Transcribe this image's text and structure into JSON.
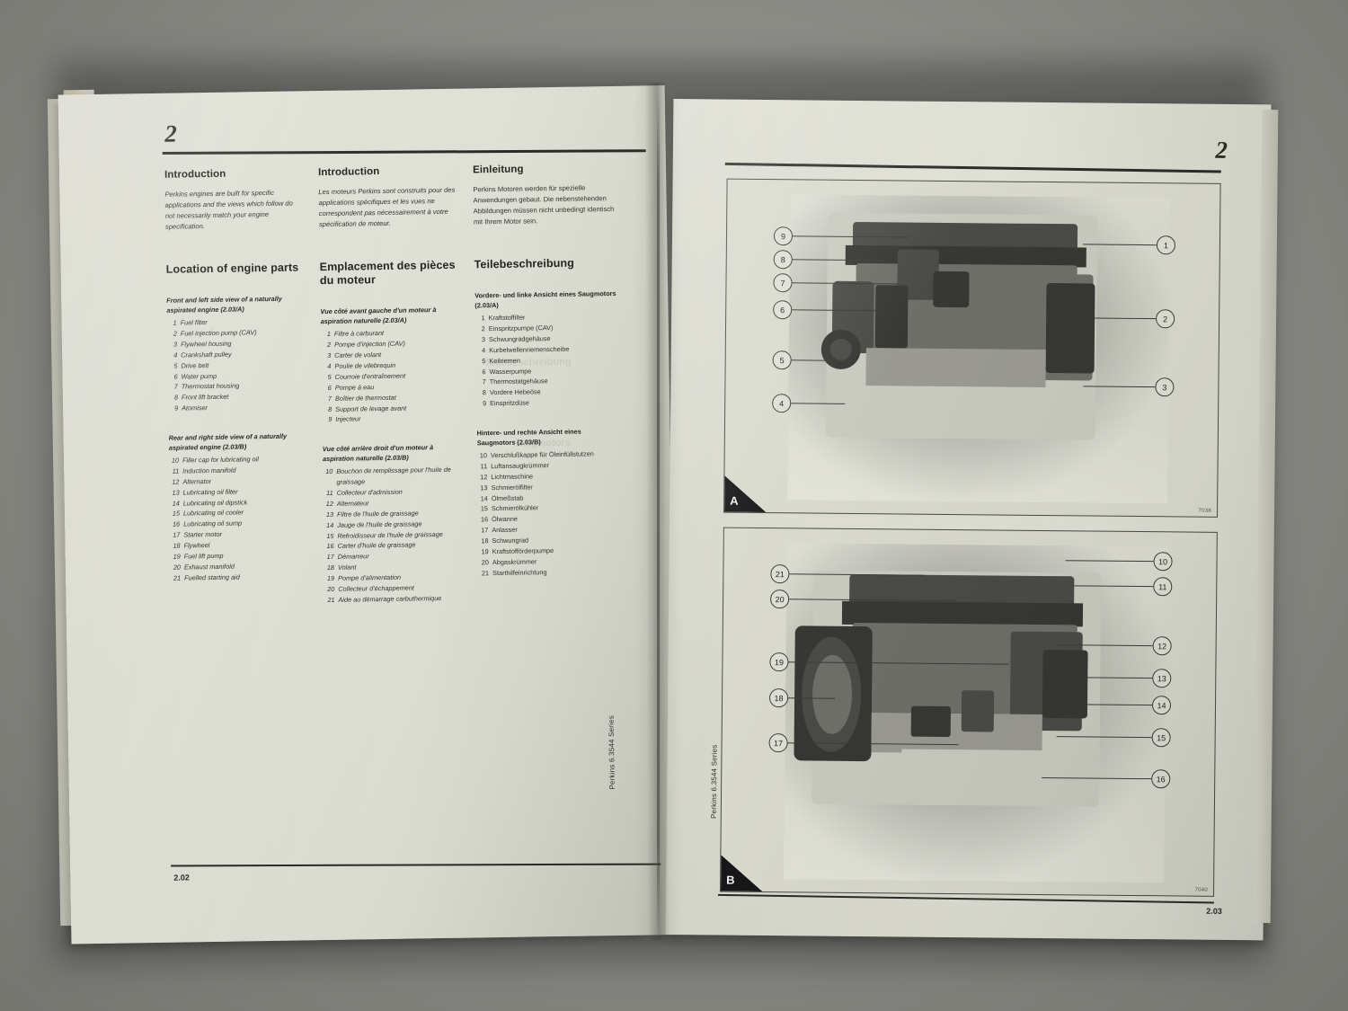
{
  "book": {
    "spine_text_left": "Perkins 6.3544 Series",
    "spine_text_right": "Perkins 6.3544 Series"
  },
  "left_page": {
    "chapter_number": "2",
    "page_number": "2.02",
    "columns": {
      "english": {
        "intro_heading": "Introduction",
        "intro_body": "Perkins engines are built for specific applications and the views which follow do not necessarily match your engine specification.",
        "section_heading": "Location of engine parts",
        "group_a_title": "Front and left side view of a naturally aspirated engine (2.03/A)",
        "group_a_items": [
          {
            "n": "1",
            "t": "Fuel filter"
          },
          {
            "n": "2",
            "t": "Fuel injection pump (CAV)"
          },
          {
            "n": "3",
            "t": "Flywheel housing"
          },
          {
            "n": "4",
            "t": "Crankshaft pulley"
          },
          {
            "n": "5",
            "t": "Drive belt"
          },
          {
            "n": "6",
            "t": "Water pump"
          },
          {
            "n": "7",
            "t": "Thermostat housing"
          },
          {
            "n": "8",
            "t": "Front lift bracket"
          },
          {
            "n": "9",
            "t": "Atomiser"
          }
        ],
        "group_b_title": "Rear and right side view of a naturally aspirated engine (2.03/B)",
        "group_b_items": [
          {
            "n": "10",
            "t": "Filler cap for lubricating oil"
          },
          {
            "n": "11",
            "t": "Induction manifold"
          },
          {
            "n": "12",
            "t": "Alternator"
          },
          {
            "n": "13",
            "t": "Lubricating oil filter"
          },
          {
            "n": "14",
            "t": "Lubricating oil dipstick"
          },
          {
            "n": "15",
            "t": "Lubricating oil cooler"
          },
          {
            "n": "16",
            "t": "Lubricating oil sump"
          },
          {
            "n": "17",
            "t": "Starter motor"
          },
          {
            "n": "18",
            "t": "Flywheel"
          },
          {
            "n": "19",
            "t": "Fuel lift pump"
          },
          {
            "n": "20",
            "t": "Exhaust manifold"
          },
          {
            "n": "21",
            "t": "Fuelled starting aid"
          }
        ]
      },
      "french": {
        "intro_heading": "Introduction",
        "intro_body": "Les moteurs Perkins sont construits pour des applications spécifiques et les vues ne correspondent pas nécessairement à votre spécification de moteur.",
        "section_heading": "Emplacement des pièces du moteur",
        "group_a_title": "Vue côté avant gauche d'un moteur à aspiration naturelle (2.03/A)",
        "group_a_items": [
          {
            "n": "1",
            "t": "Filtre à carburant"
          },
          {
            "n": "2",
            "t": "Pompe d'injection (CAV)"
          },
          {
            "n": "3",
            "t": "Carter de volant"
          },
          {
            "n": "4",
            "t": "Poulie de vilebrequin"
          },
          {
            "n": "5",
            "t": "Courroie d'entraînement"
          },
          {
            "n": "6",
            "t": "Pompe à eau"
          },
          {
            "n": "7",
            "t": "Boîtier de thermostat"
          },
          {
            "n": "8",
            "t": "Support de levage avant"
          },
          {
            "n": "9",
            "t": "Injecteur"
          }
        ],
        "group_b_title": "Vue côté arrière droit d'un moteur à aspiration naturelle (2.03/B)",
        "group_b_items": [
          {
            "n": "10",
            "t": "Bouchon de remplissage pour l'huile de graissage"
          },
          {
            "n": "11",
            "t": "Collecteur d'admission"
          },
          {
            "n": "12",
            "t": "Alternateur"
          },
          {
            "n": "13",
            "t": "Filtre de l'huile de graissage"
          },
          {
            "n": "14",
            "t": "Jauge de l'huile de graissage"
          },
          {
            "n": "15",
            "t": "Refroidisseur de l'huile de graissage"
          },
          {
            "n": "16",
            "t": "Carter d'huile de graissage"
          },
          {
            "n": "17",
            "t": "Démarreur"
          },
          {
            "n": "18",
            "t": "Volant"
          },
          {
            "n": "19",
            "t": "Pompe d'alimentation"
          },
          {
            "n": "20",
            "t": "Collecteur d'échappement"
          },
          {
            "n": "21",
            "t": "Aide au démarrage carbuthermique"
          }
        ]
      },
      "german": {
        "intro_heading": "Einleitung",
        "intro_body": "Perkins Motoren werden für spezielle Anwendungen gebaut. Die nebenstehenden Abbildungen müssen nicht unbedingt identisch mit Ihrem Motor sein.",
        "section_heading": "Teilebeschreibung",
        "group_a_title": "Vordere- und linke Ansicht eines Saugmotors (2.03/A)",
        "group_a_items": [
          {
            "n": "1",
            "t": "Kraftstoffilter"
          },
          {
            "n": "2",
            "t": "Einspritzpumpe (CAV)"
          },
          {
            "n": "3",
            "t": "Schwungradgehäuse"
          },
          {
            "n": "4",
            "t": "Kurbelwellenriemenscheibe"
          },
          {
            "n": "5",
            "t": "Keilriemen"
          },
          {
            "n": "6",
            "t": "Wasserpumpe"
          },
          {
            "n": "7",
            "t": "Thermostatgehäuse"
          },
          {
            "n": "8",
            "t": "Vordere Hebeöse"
          },
          {
            "n": "9",
            "t": "Einspritzdüse"
          }
        ],
        "group_b_title": "Hintere- und rechte Ansicht eines Saugmotors (2.03/B)",
        "group_b_items": [
          {
            "n": "10",
            "t": "Verschlußkappe für Öleinfüllstutzen"
          },
          {
            "n": "11",
            "t": "Luftansaugkrümmer"
          },
          {
            "n": "12",
            "t": "Lichtmaschine"
          },
          {
            "n": "13",
            "t": "Schmierölfilter"
          },
          {
            "n": "14",
            "t": "Ölmeßstab"
          },
          {
            "n": "15",
            "t": "Schmierölkühler"
          },
          {
            "n": "16",
            "t": "Ölwanne"
          },
          {
            "n": "17",
            "t": "Anlasser"
          },
          {
            "n": "18",
            "t": "Schwungrad"
          },
          {
            "n": "19",
            "t": "Kraftstofförderpumpe"
          },
          {
            "n": "20",
            "t": "Abgaskrümmer"
          },
          {
            "n": "21",
            "t": "Starthilfeinrichtung"
          }
        ]
      }
    }
  },
  "right_page": {
    "chapter_number": "2",
    "page_number": "2.03",
    "figures": [
      {
        "label": "A",
        "code": "7038",
        "caption_ref": "Front and left side view of a naturally aspirated engine",
        "callouts_left": [
          "9",
          "8",
          "7",
          "6",
          "5",
          "4"
        ],
        "callouts_right": [
          "1",
          "2",
          "3"
        ]
      },
      {
        "label": "B",
        "code": "7040",
        "caption_ref": "Rear and right side view of a naturally aspirated engine",
        "callouts_left": [
          "21",
          "20",
          "19",
          "18",
          "17"
        ],
        "callouts_right": [
          "10",
          "11",
          "12",
          "13",
          "14",
          "15",
          "16"
        ]
      }
    ]
  },
  "colors": {
    "ink": "#2b2b28",
    "paper": "#dedfd4",
    "desk": "#8f8f8a",
    "figure_border": "#4a4a43"
  }
}
